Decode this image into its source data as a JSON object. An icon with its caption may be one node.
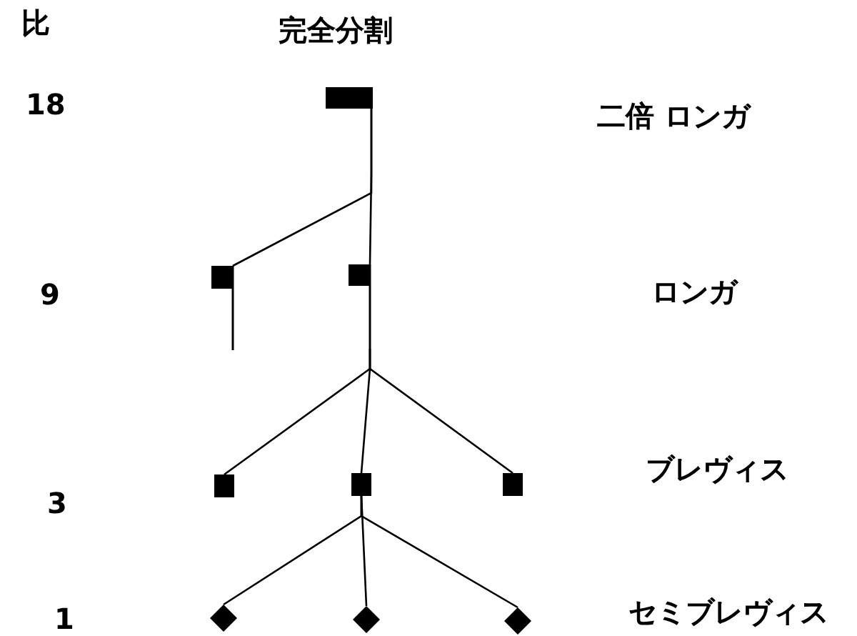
{
  "diagram": {
    "title": "完全分割",
    "nodes": [
      {
        "text": [],
        "shape": "box"
      },
      {
        "text": [],
        "shape": "box"
      },
      {
        "text": [],
        "shape": "box"
      },
      {
        "text": [],
        "shape": "box"
      },
      {
        "text": [],
        "shape": "box"
      },
      {
        "text": [],
        "shape": "box"
      },
      {
        "text": [],
        "shape": "diamond"
      },
      {
        "text": [],
        "shape": "diamond"
      },
      {
        "text": [],
        "shape": "diamond"
      }
    ],
    "edges": [
      {
        "from": 0,
        "to": 1,
        "arrow": "none"
      },
      {
        "from": 0,
        "to": 2,
        "arrow": "none"
      },
      {
        "from": 2,
        "to": 3,
        "arrow": "none"
      },
      {
        "from": 2,
        "to": 4,
        "arrow": "none"
      },
      {
        "from": 2,
        "to": 5,
        "arrow": "none"
      },
      {
        "from": 4,
        "to": 6,
        "arrow": "none"
      },
      {
        "from": 4,
        "to": 7,
        "arrow": "none"
      },
      {
        "from": 4,
        "to": 8,
        "arrow": "none"
      }
    ],
    "labels": [
      "比",
      "18",
      "二倍 ロンガ",
      "9",
      "ロンガ",
      "ブレヴィス",
      "3",
      "1",
      "セミブレヴィス"
    ]
  }
}
